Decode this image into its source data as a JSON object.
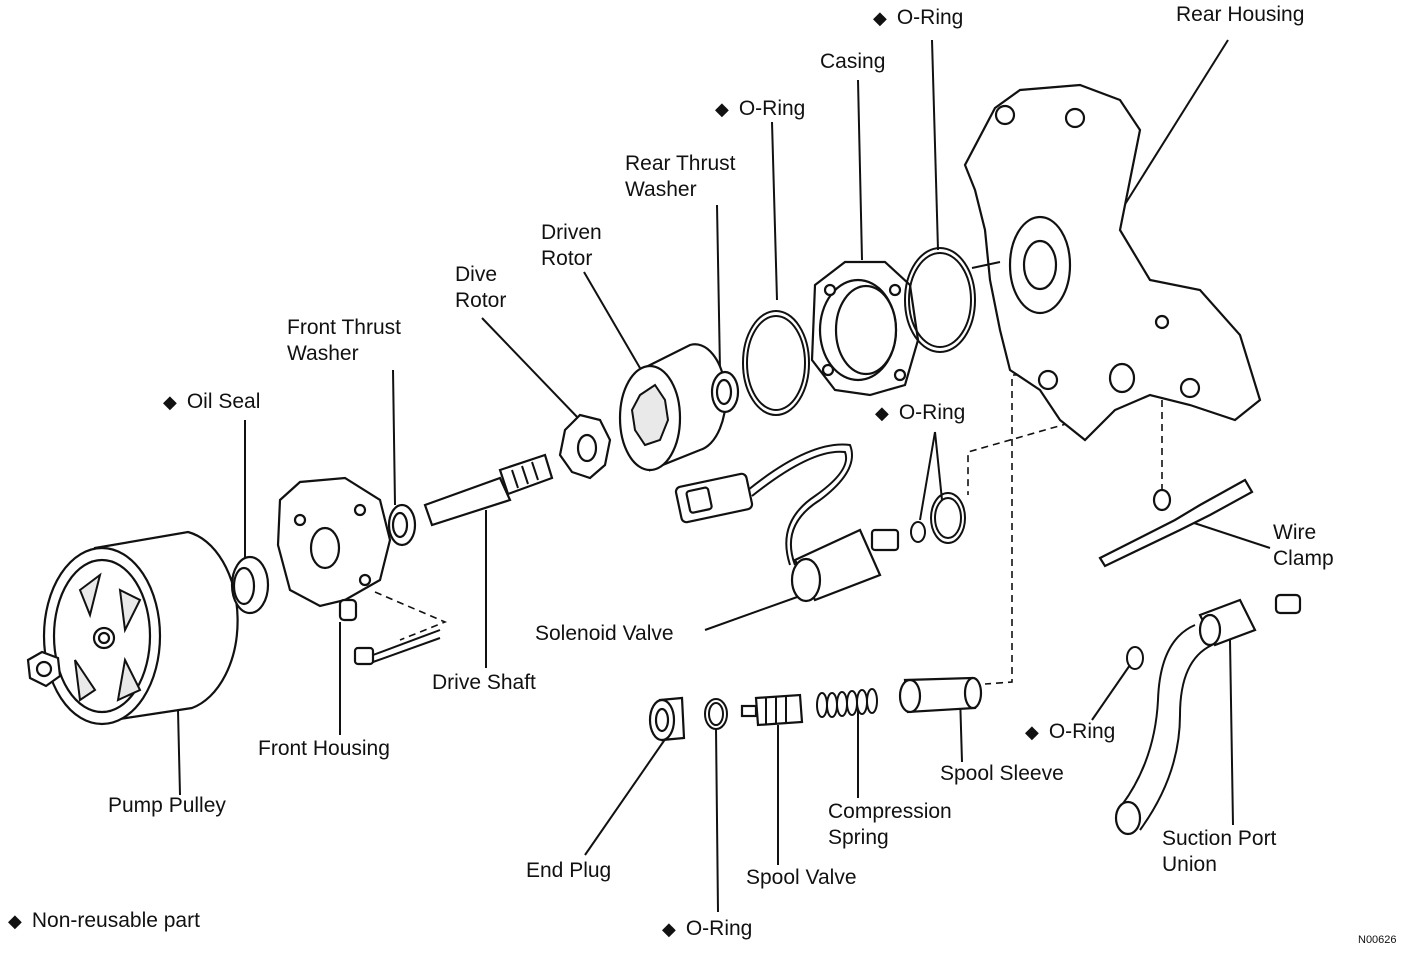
{
  "labels": {
    "o_ring_top": "O-Ring",
    "rear_housing": "Rear Housing",
    "casing": "Casing",
    "o_ring_2": "O-Ring",
    "rear_thrust_washer_1": "Rear Thrust",
    "rear_thrust_washer_2": "Washer",
    "driven_rotor_1": "Driven",
    "driven_rotor_2": "Rotor",
    "dive_rotor_1": "Dive",
    "dive_rotor_2": "Rotor",
    "front_thrust_washer_1": "Front Thrust",
    "front_thrust_washer_2": "Washer",
    "oil_seal": "Oil Seal",
    "o_ring_mid": "O-Ring",
    "wire_clamp_1": "Wire",
    "wire_clamp_2": "Clamp",
    "solenoid_valve": "Solenoid Valve",
    "drive_shaft": "Drive Shaft",
    "front_housing": "Front Housing",
    "pump_pulley": "Pump Pulley",
    "o_ring_right": "O-Ring",
    "spool_sleeve": "Spool Sleeve",
    "compression_spring_1": "Compression",
    "compression_spring_2": "Spring",
    "suction_port_union_1": "Suction Port",
    "suction_port_union_2": "Union",
    "end_plug": "End Plug",
    "spool_valve": "Spool Valve",
    "o_ring_bottom": "O-Ring"
  },
  "legend": {
    "symbol": "◆",
    "text": "Non-reusable part"
  },
  "figure_code": "N00626",
  "icons": {
    "non_reusable_marker": "diamond-icon"
  }
}
